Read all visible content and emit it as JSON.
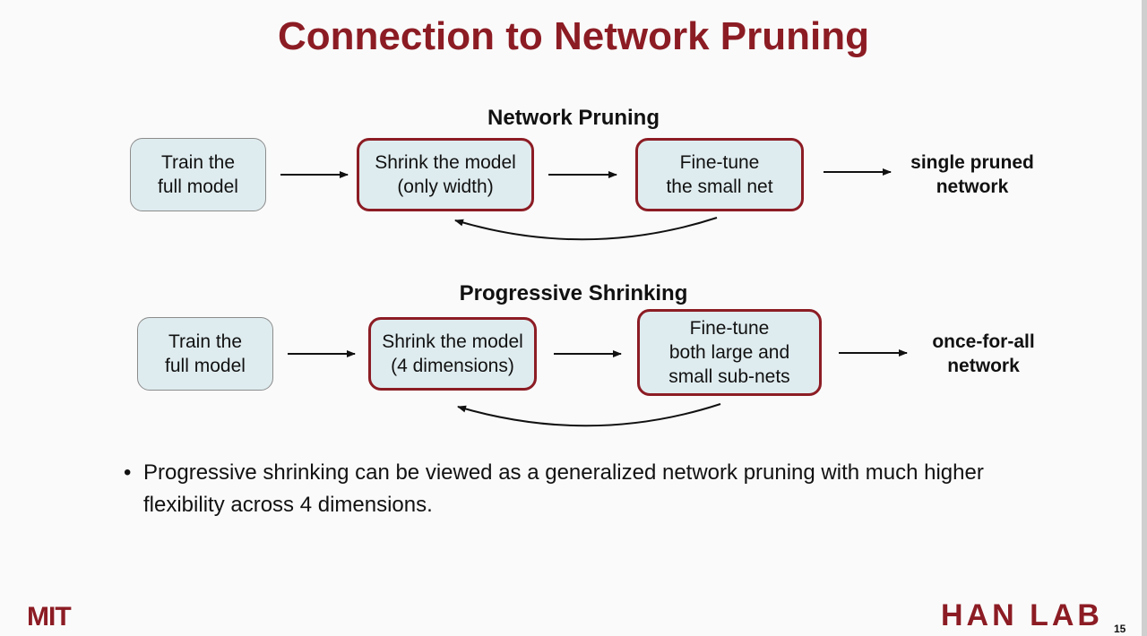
{
  "title": "Connection to Network Pruning",
  "network_pruning": {
    "heading": "Network Pruning",
    "step1": "Train the\nfull model",
    "step2": "Shrink the model\n(only width)",
    "step3": "Fine-tune\nthe small net",
    "result": "single pruned\nnetwork"
  },
  "progressive_shrinking": {
    "heading": "Progressive Shrinking",
    "step1": "Train the\nfull model",
    "step2": "Shrink the model\n(4 dimensions)",
    "step3": "Fine-tune\nboth large and\nsmall sub-nets",
    "result": "once-for-all\nnetwork"
  },
  "bullet": {
    "symbol": "•",
    "text": "Progressive shrinking can be viewed as a generalized network pruning with much higher flexibility across 4 dimensions."
  },
  "footer": {
    "mit_logo": "MIT",
    "han_lab_logo": "HAN LAB",
    "page_number": "15"
  },
  "colors": {
    "accent": "#8c1c24",
    "box_fill": "#dfecef",
    "background": "#fafafa"
  }
}
